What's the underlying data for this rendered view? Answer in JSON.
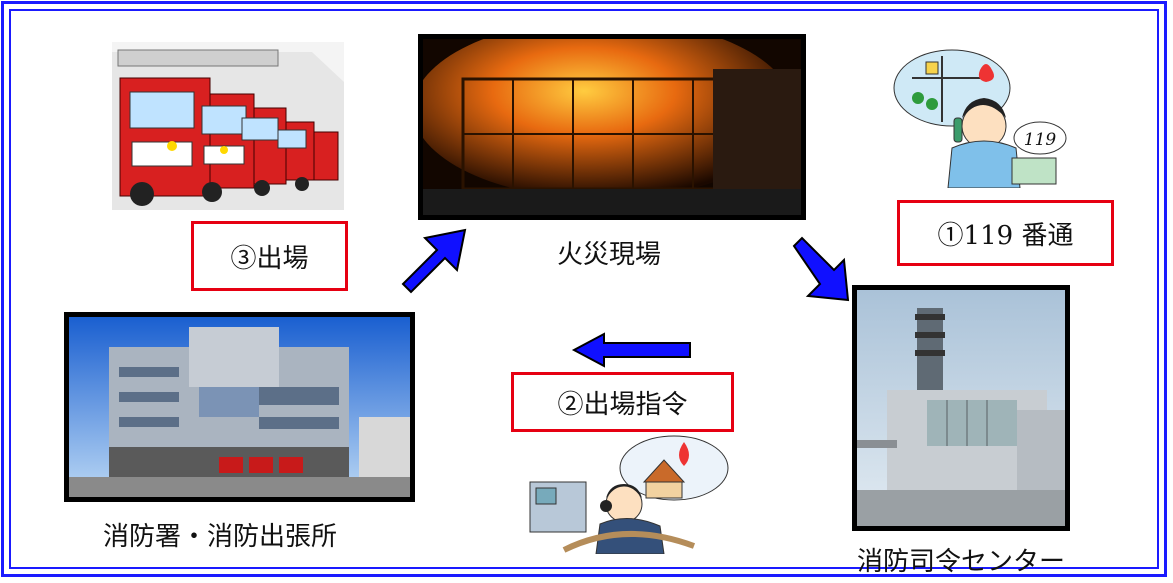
{
  "labels": {
    "fire_scene": "火災現場",
    "fire_station": "消防署・消防出張所",
    "command_center": "消防司令センター"
  },
  "steps": {
    "call": "①119 番通",
    "dispatch_order": "②出場指令",
    "dispatch": "③出場"
  },
  "illustration_text": {
    "phone_number": "119"
  },
  "colors": {
    "frame": "#1a1aff",
    "arrow": "#1010ff",
    "step_border": "#e60012"
  }
}
